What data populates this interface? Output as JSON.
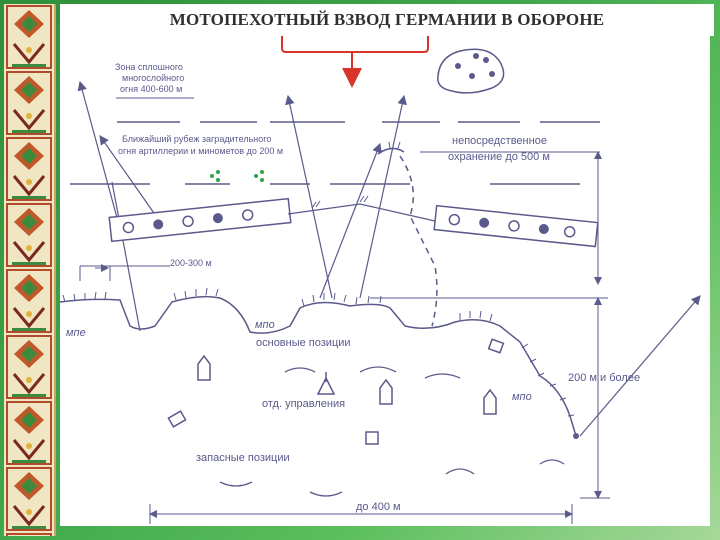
{
  "title": "МОТОПЕХОТНЫЙ ВЗВОД ГЕРМАНИИ В ОБОРОНЕ",
  "labels": {
    "fire_zone_1": "Зона сплошного",
    "fire_zone_2": "многослойного",
    "fire_zone_3": "огня 400-600 м",
    "barrier_1": "Ближайший рубеж заградительного",
    "barrier_2": "огня артиллерии и минометов до 200 м",
    "guard_1": "непосредственное",
    "guard_2": "охранение до 500 м",
    "dist_200_300": "200-300 м",
    "mpe": "мпе",
    "mpo_main": "мпо",
    "main_positions": "основные позиции",
    "command": "отд. управления",
    "mpo_right": "мпо",
    "dist_200_more": "200 м и более",
    "reserve_positions": "запасные позиции",
    "dist_400": "до 400 м"
  },
  "colors": {
    "line": "#5a5a8c",
    "accent": "#d9342b",
    "green_dot": "#2fa24a",
    "frame": "#2f8f3a"
  }
}
